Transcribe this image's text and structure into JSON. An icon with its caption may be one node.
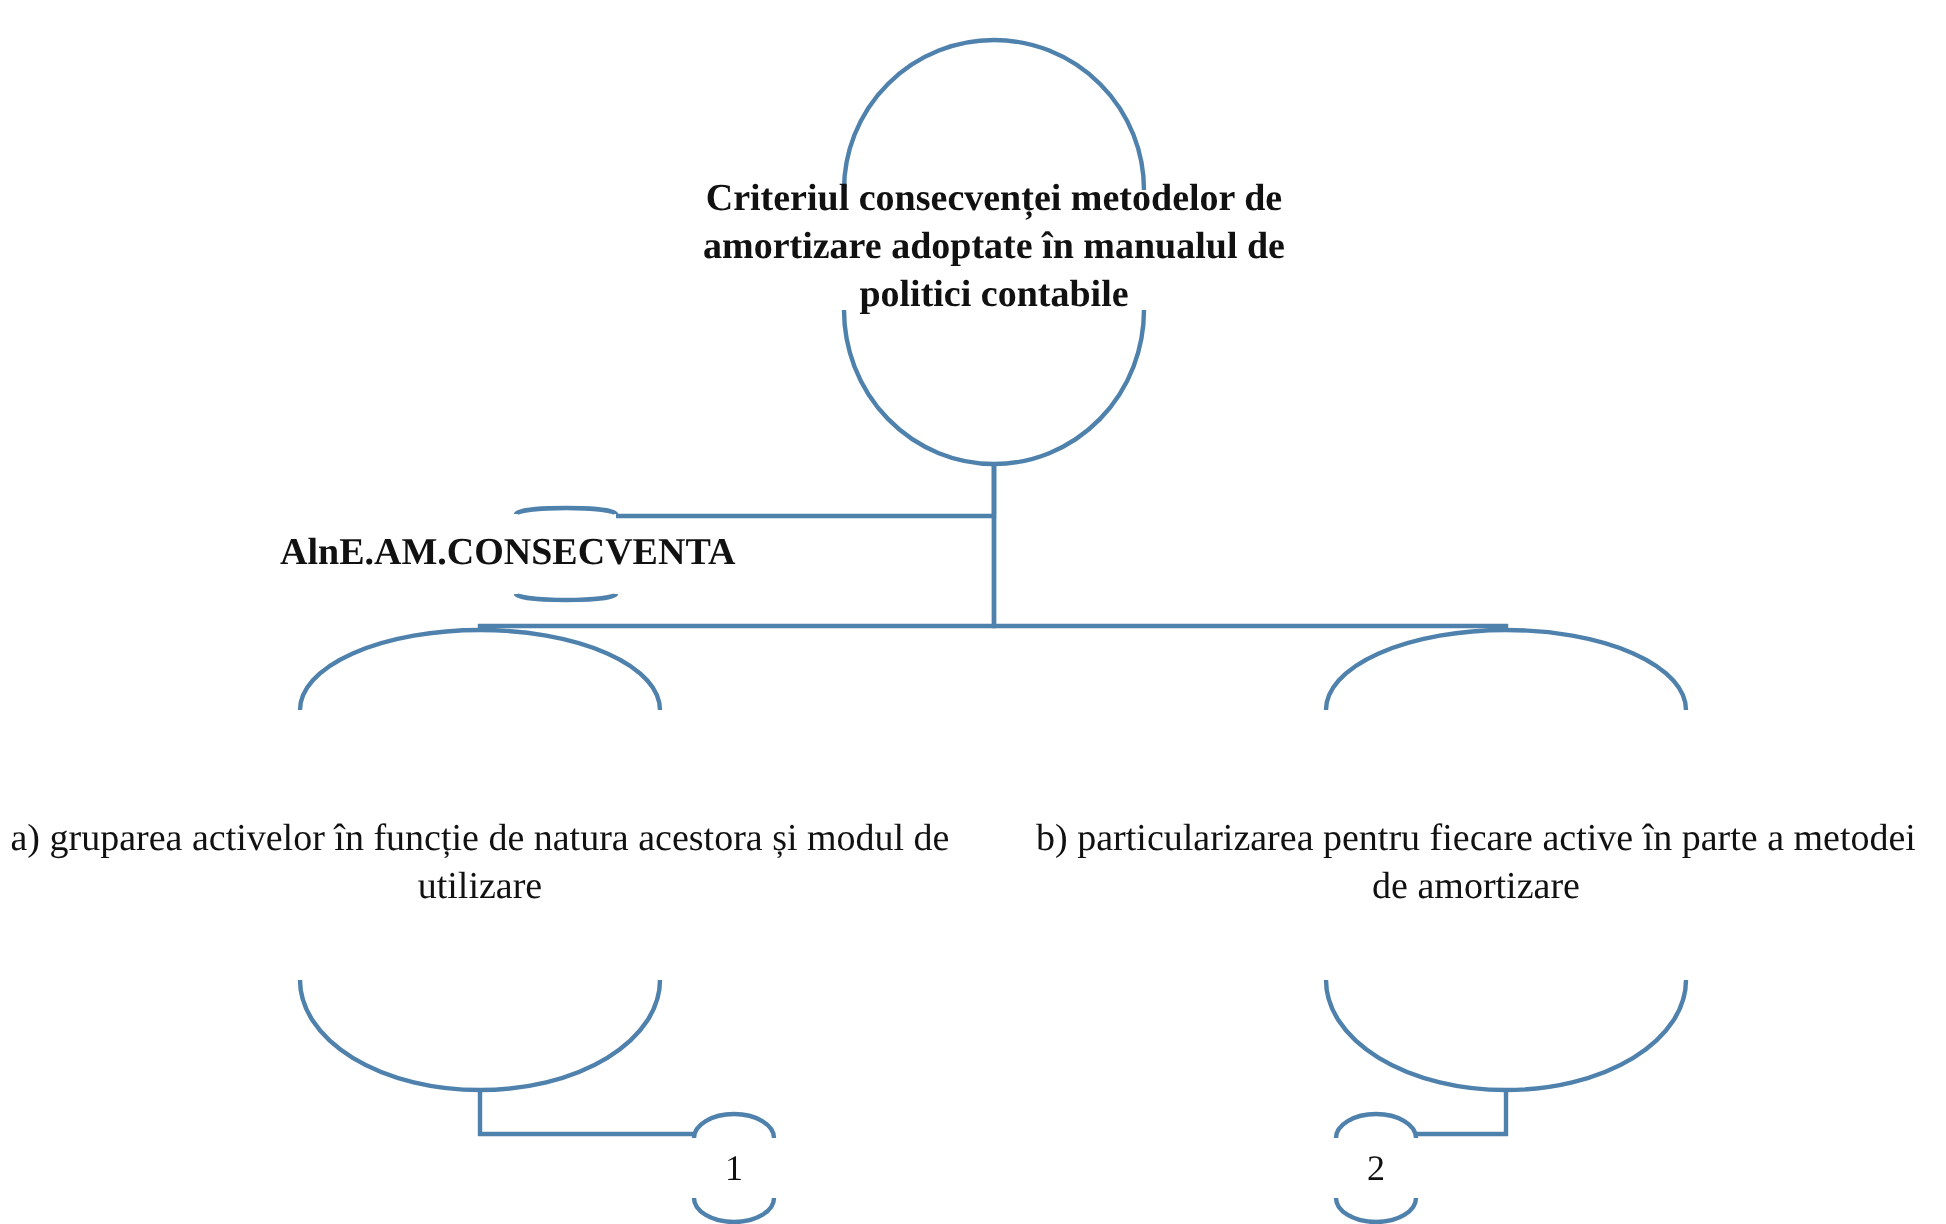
{
  "diagram": {
    "nodes": [
      {
        "text": [
          "Criteriul consecvenței metodelor de amortizare adoptate în manualul de politici contabile"
        ]
      },
      {
        "text": [
          "AlnE.AM.CONSECVENTA"
        ]
      },
      {
        "text": [
          "a) gruparea activelor în funcție de natura acestora și modul de utilizare"
        ]
      },
      {
        "text": [
          "b) particularizarea pentru fiecare active în parte a metodei de amortizare"
        ]
      },
      {
        "text": [
          "1"
        ]
      },
      {
        "text": [
          "2"
        ]
      }
    ],
    "edges": [
      {
        "from": 0,
        "to": 1,
        "arrow": "none"
      },
      {
        "from": 0,
        "to": 2,
        "arrow": "none"
      },
      {
        "from": 0,
        "to": 3,
        "arrow": "none"
      },
      {
        "from": 2,
        "to": 4,
        "arrow": "none"
      },
      {
        "from": 3,
        "to": 5,
        "arrow": "none"
      }
    ]
  }
}
